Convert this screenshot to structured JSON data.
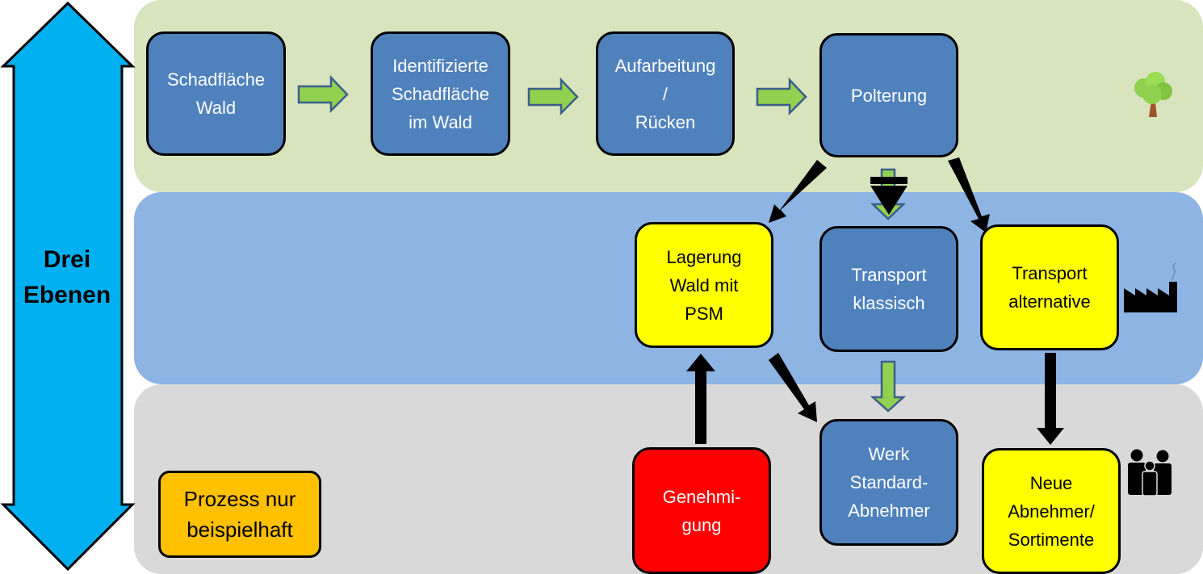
{
  "side_label": "Drei\nEbenen",
  "levels": [
    {
      "name": "forest",
      "color": "#d7e4bd",
      "icon": "tree-icon"
    },
    {
      "name": "transport",
      "color": "#8eb4e3",
      "icon": "factory-icon"
    },
    {
      "name": "buyers",
      "color": "#d9d9d9",
      "icon": "people-icon"
    }
  ],
  "nodes": {
    "schadflaeche_wald": "Schadfläche\nWald",
    "identifizierte_schadflaeche": "Identifizierte\nSchadfläche\nim Wald",
    "aufarbeitung": "Aufarbeitung\n/\nRücken",
    "polterung": "Polterung",
    "lagerung": "Lagerung\nWald mit\nPSM",
    "transport_klassisch": "Transport\nklassisch",
    "transport_alternative": "Transport\nalternative",
    "genehmigung": "Genehmi-\ngung",
    "werk": "Werk\nStandard-\nAbnehmer",
    "neue_abnehmer": "Neue\nAbnehmer/\nSortimente",
    "legend": "Prozess nur\nbeispielhaft"
  },
  "colors": {
    "process_blue": "#4f81bd",
    "alternative_yellow": "#ffff00",
    "permit_red": "#ff0000",
    "legend_orange": "#ffc000",
    "flow_green": "#92d050",
    "side_arrow": "#00b0f0"
  }
}
